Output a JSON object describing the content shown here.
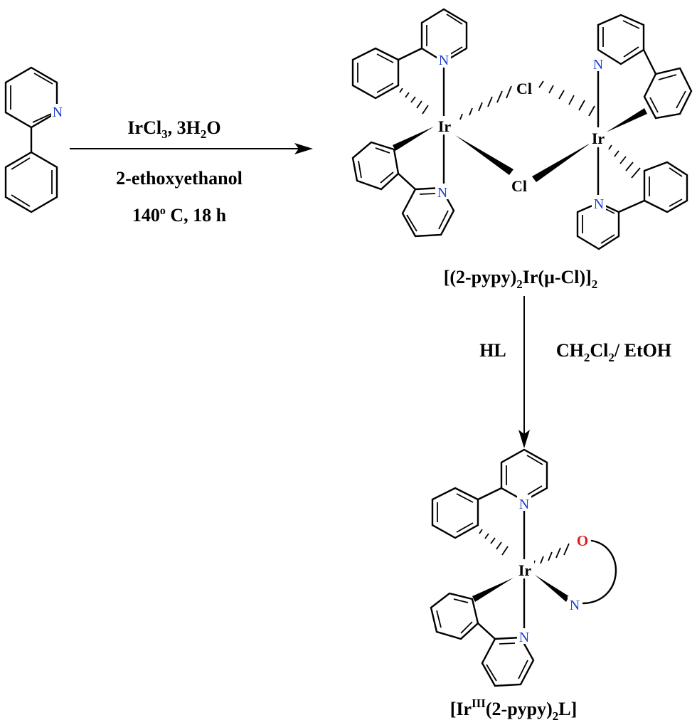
{
  "colors": {
    "carbon": "#000000",
    "nitrogen": "#1f3fd6",
    "oxygen": "#e01c1c",
    "background": "#ffffff"
  },
  "atoms": {
    "N": "N",
    "Ir": "Ir",
    "Cl": "Cl",
    "O": "O"
  },
  "reaction1": {
    "reagent_main": "IrCl",
    "reagent_sub": "3",
    "reagent_tail": ", 3H",
    "reagent_sub2": "2",
    "reagent_end": "O",
    "solvent": "2-ethoxyethanol",
    "temp_value": "140",
    "temp_sup": "o",
    "temp_rest": " C, 18 h"
  },
  "intermediate_label": {
    "part1": "[(2-pypy)",
    "sub1": "2",
    "part2": "Ir(μ-Cl)]",
    "sub2": "2"
  },
  "reaction2": {
    "reagent": "HL",
    "solvent_a": "CH",
    "solvent_sub_a": "2",
    "solvent_b": "Cl",
    "solvent_sub_b": "2",
    "solvent_c": "/ EtOH"
  },
  "product_label": {
    "part1": "[Ir",
    "sup": "III",
    "part2": "(2-pypy)",
    "sub": "2",
    "part3": "L]"
  }
}
